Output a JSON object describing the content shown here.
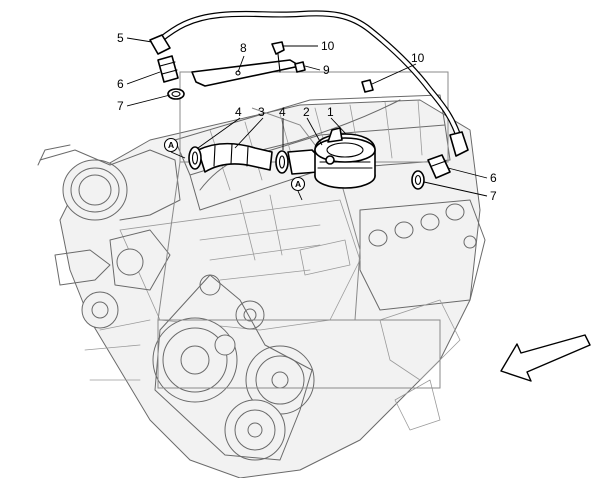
{
  "callouts": {
    "c1": "1",
    "c2": "2",
    "c3": "3",
    "c4a": "4",
    "c4b": "4",
    "c5": "5",
    "c6a": "6",
    "c6b": "6",
    "c7a": "7",
    "c7b": "7",
    "c8": "8",
    "c9": "9",
    "c10a": "10",
    "c10b": "10"
  },
  "refs": {
    "a1": "A",
    "a2": "A"
  },
  "colors": {
    "line": "#000000",
    "engine": "#6a6a6a",
    "background": "#ffffff"
  },
  "icons": {
    "direction": "front-direction-arrow-icon"
  }
}
